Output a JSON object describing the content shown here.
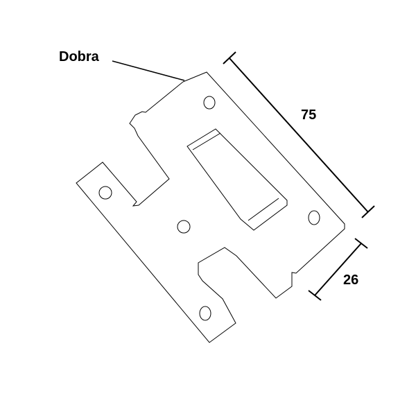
{
  "diagram": {
    "labels": {
      "part_name": "Dobra",
      "length_dimension": "75",
      "width_dimension": "26"
    },
    "colors": {
      "line": "#000000",
      "background": "#ffffff"
    }
  }
}
